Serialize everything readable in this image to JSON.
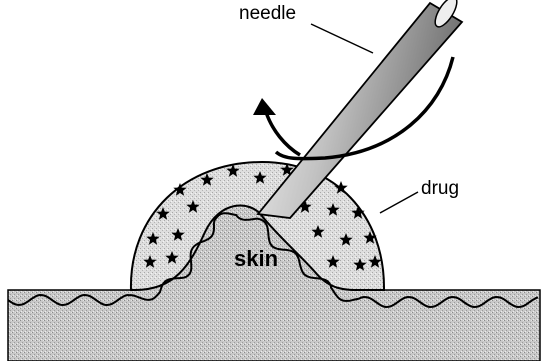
{
  "labels": {
    "needle": "needle",
    "drug": "drug",
    "skin": "skin"
  },
  "colors": {
    "skin_fill": "#c4c4c4",
    "drug_fill": "#d9d9d9",
    "needle_fill": "#b5b5b5",
    "outline": "#000000",
    "background": "#ffffff"
  }
}
